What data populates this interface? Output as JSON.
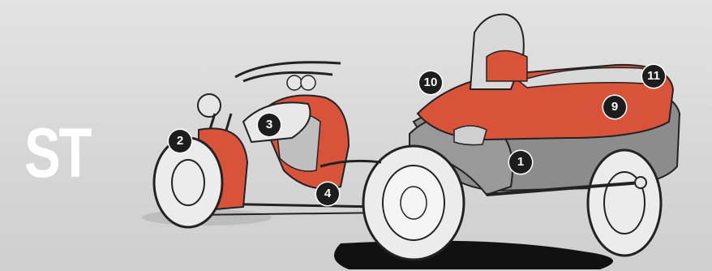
{
  "model_label": "ST",
  "colors": {
    "background": "#d9d9d9",
    "accent": "#d9533b",
    "body_gray": "#8c8c8c",
    "outline": "#222222",
    "callout": "#1d1d1d"
  },
  "callouts": [
    {
      "id": "c1",
      "label": "1"
    },
    {
      "id": "c2",
      "label": "2"
    },
    {
      "id": "c3",
      "label": "3"
    },
    {
      "id": "c4",
      "label": "4"
    },
    {
      "id": "c9",
      "label": "9"
    },
    {
      "id": "c10",
      "label": "10"
    },
    {
      "id": "c11",
      "label": "11"
    }
  ]
}
